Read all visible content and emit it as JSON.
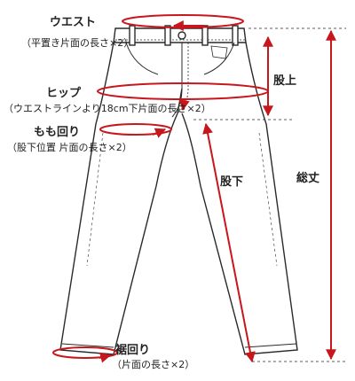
{
  "colors": {
    "accent": "#c8161d",
    "outline": "#2a2a2a"
  },
  "measurements": {
    "waist": {
      "name": "ウエスト",
      "note": "（平置き片面の長さ×2）"
    },
    "rise": {
      "name": "股上"
    },
    "hip": {
      "name": "ヒップ",
      "note": "（ウエストラインより18cm下片面の長さ×2）"
    },
    "thigh": {
      "name": "もも回り",
      "note": "（股下位置 片面の長さ×2）"
    },
    "inseam": {
      "name": "股下"
    },
    "length": {
      "name": "総丈"
    },
    "hem": {
      "name": "裾回り",
      "note": "（片面の長さ×2）"
    }
  }
}
